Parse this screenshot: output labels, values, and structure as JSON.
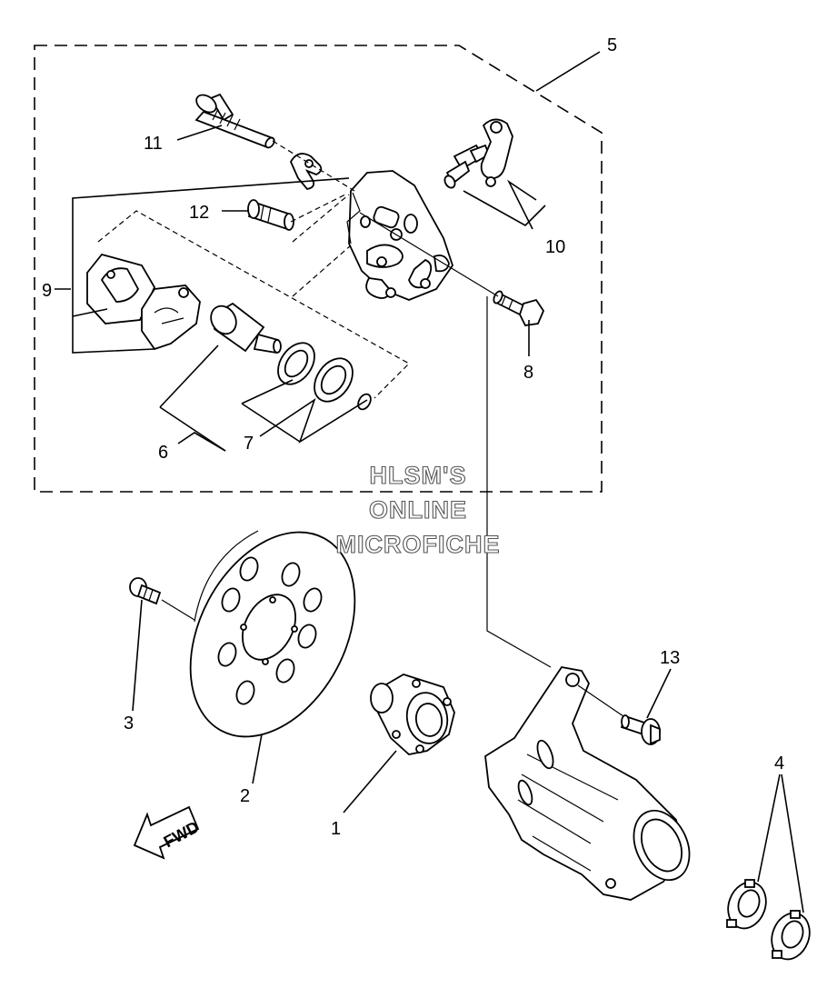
{
  "diagram": {
    "callouts": [
      "1",
      "2",
      "3",
      "4",
      "5",
      "6",
      "7",
      "8",
      "9",
      "10",
      "11",
      "12",
      "13"
    ],
    "direction_arrow": {
      "label": "FWD",
      "icon": "fwd-arrow-icon"
    },
    "watermark": {
      "lines": [
        "HLSM'S",
        "ONLINE",
        "MICROFICHE"
      ]
    }
  }
}
